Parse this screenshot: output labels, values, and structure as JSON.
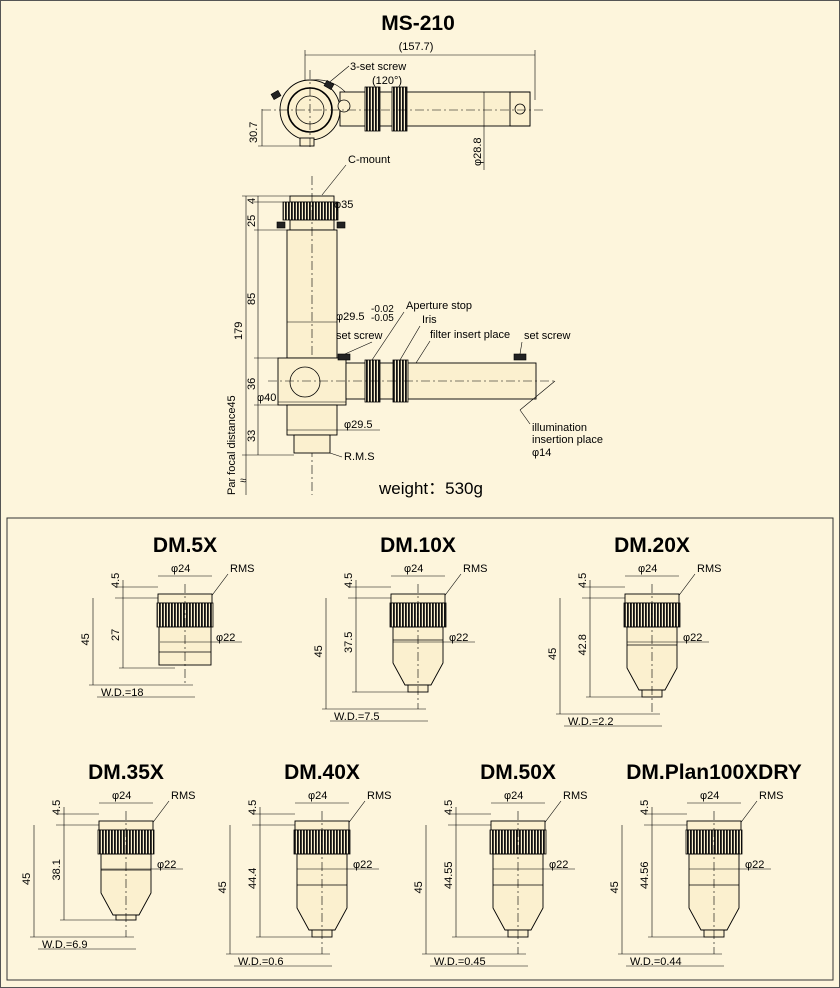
{
  "main": {
    "title": "MS-210",
    "weight": "weight：530g",
    "top_view": {
      "length": "(157.7)",
      "set_screw_label": "3-set screw",
      "angle": "(120°)",
      "height": "30.7",
      "diameter": "φ28.8"
    },
    "side_view": {
      "cmount": "C-mount",
      "d35": "φ35",
      "dim_4": "4",
      "dim_25": "25",
      "dim_85": "85",
      "dim_179": "179",
      "dim_36": "36",
      "dim_33": "33",
      "par_focal": "Par focal distance45",
      "approx": "≈",
      "d295_tol": "φ29.5",
      "tol_upper": "-0.02",
      "tol_lower": "-0.05",
      "aperture_stop": "Aperture stop",
      "iris": "Iris",
      "filter_insert": "filter insert place",
      "set_screw_left": "set screw",
      "set_screw_right": "set screw",
      "d40": "φ40",
      "d295": "φ29.5",
      "rms": "R.M.S",
      "illum_1": "illumination",
      "illum_2": "insertion place",
      "illum_3": "φ14"
    }
  },
  "objectives": [
    {
      "name": "DM.5X",
      "d24": "φ24",
      "rms": "RMS",
      "h45": "4.5",
      "len": "27",
      "total": "45",
      "d22": "φ22",
      "wd": "W.D.=18"
    },
    {
      "name": "DM.10X",
      "d24": "φ24",
      "rms": "RMS",
      "h45": "4.5",
      "len": "37.5",
      "total": "45",
      "d22": "φ22",
      "wd": "W.D.=7.5"
    },
    {
      "name": "DM.20X",
      "d24": "φ24",
      "rms": "RMS",
      "h45": "4.5",
      "len": "42.8",
      "total": "45",
      "d22": "φ22",
      "wd": "W.D.=2.2"
    },
    {
      "name": "DM.35X",
      "d24": "φ24",
      "rms": "RMS",
      "h45": "4.5",
      "len": "38.1",
      "total": "45",
      "d22": "φ22",
      "wd": "W.D.=6.9"
    },
    {
      "name": "DM.40X",
      "d24": "φ24",
      "rms": "RMS",
      "h45": "4.5",
      "len": "44.4",
      "total": "45",
      "d22": "φ22",
      "wd": "W.D.=0.6"
    },
    {
      "name": "DM.50X",
      "d24": "φ24",
      "rms": "RMS",
      "h45": "4.5",
      "len": "44.55",
      "total": "45",
      "d22": "φ22",
      "wd": "W.D.=0.45"
    },
    {
      "name": "DM.Plan100XDRY",
      "d24": "φ24",
      "rms": "RMS",
      "h45": "4.5",
      "len": "44.56",
      "total": "45",
      "d22": "φ22",
      "wd": "W.D.=0.44"
    }
  ]
}
